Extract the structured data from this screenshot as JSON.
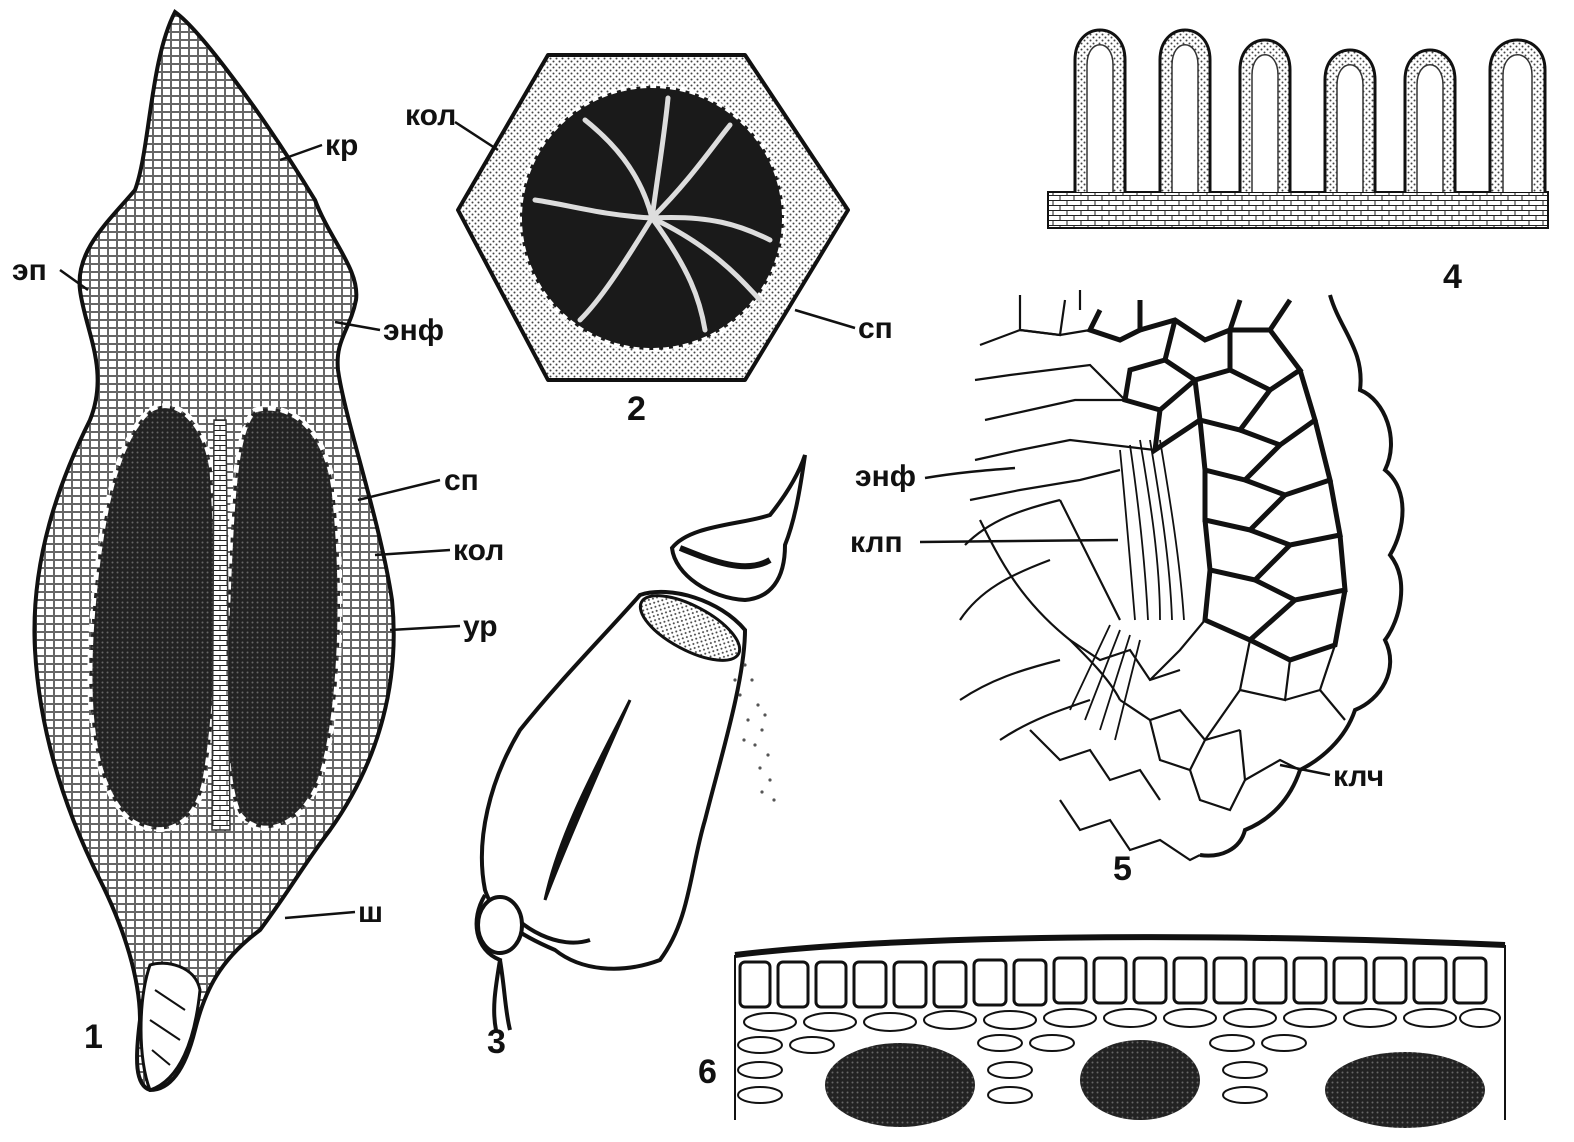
{
  "figure": {
    "panel_numbers": [
      "1",
      "2",
      "3",
      "4",
      "5",
      "6"
    ],
    "panel1_labels": {
      "kr": "кр",
      "ep": "эп",
      "enf": "энф",
      "sp": "сп",
      "kol": "кол",
      "ur": "ур",
      "sh": "ш"
    },
    "panel2_labels": {
      "kol": "кол",
      "sp": "сп"
    },
    "panel5_labels": {
      "enf": "энф",
      "klp": "клп",
      "klch": "клч"
    }
  },
  "colors": {
    "ink": "#111111",
    "paper": "#ffffff",
    "stipple": "#9a9a9a"
  }
}
